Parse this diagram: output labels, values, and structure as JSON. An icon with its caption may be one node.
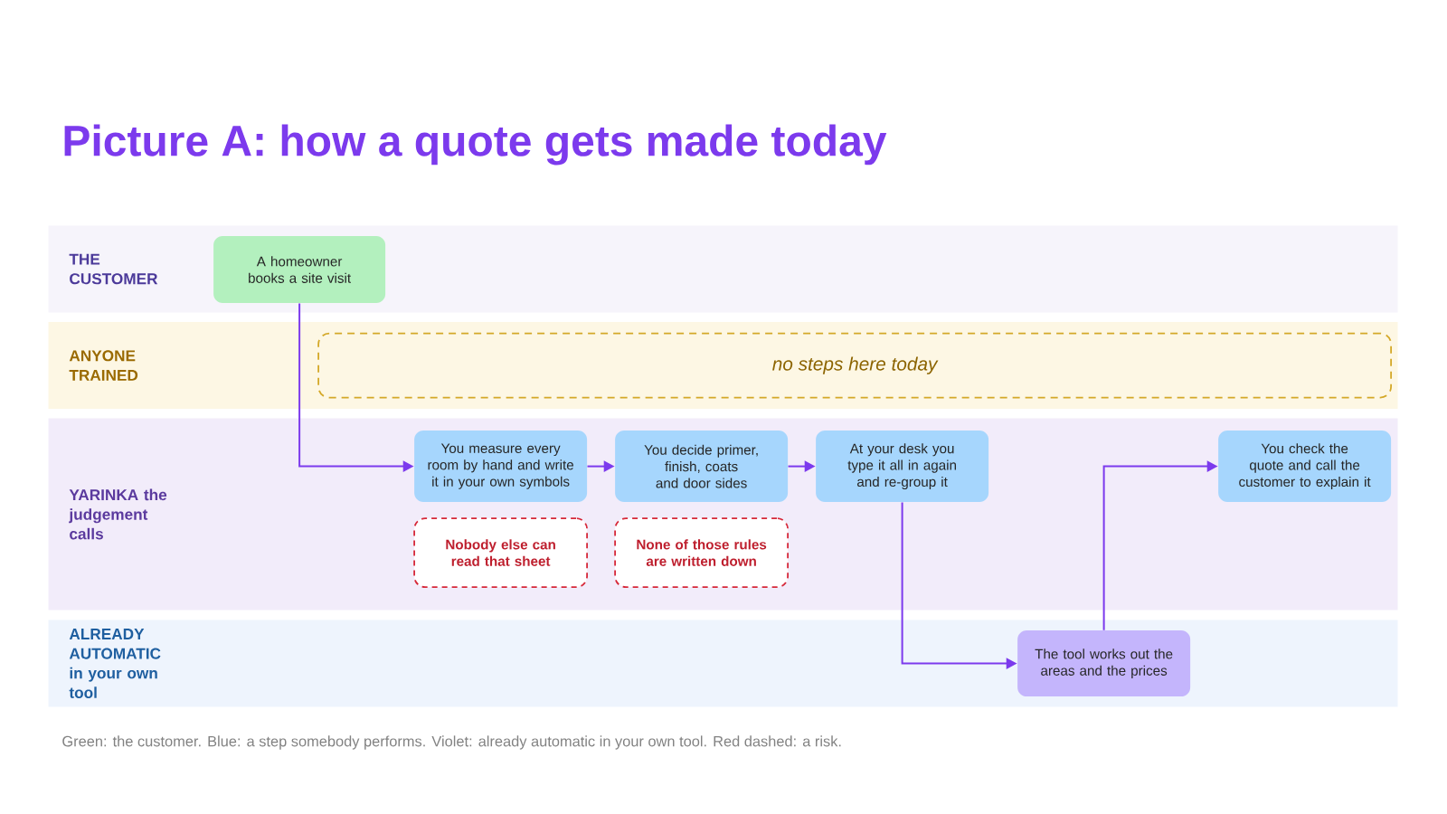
{
  "diagram": {
    "title": "Picture A: how a quote gets made today",
    "nodes": [
      {
        "text": [
          "THE CUSTOMER"
        ]
      },
      {
        "text": [
          "A homeowner books a site visit"
        ],
        "in": 0
      },
      {
        "text": [
          "ANYONE TRAINED"
        ]
      },
      {
        "text": [
          "no steps here today"
        ],
        "in": 2
      },
      {
        "text": [
          "YARINKA the judgement calls"
        ]
      },
      {
        "text": [
          "You measure every room by hand and write it in your own symbols"
        ],
        "in": 4
      },
      {
        "text": [
          "You decide primer, finish, coats and door sides"
        ],
        "in": 4
      },
      {
        "text": [
          "At your desk you type it all in again and re-group it"
        ],
        "in": 4
      },
      {
        "text": [
          "You check the quote and call the customer to explain it"
        ],
        "in": 4
      },
      {
        "text": [
          "Nobody else can read that sheet"
        ],
        "in": 4
      },
      {
        "text": [
          "None of those rules are written down"
        ],
        "in": 4
      },
      {
        "text": [
          "ALREADY AUTOMATIC in your own tool"
        ]
      },
      {
        "text": [
          "The tool works out the areas and the prices"
        ],
        "in": 11
      }
    ],
    "edges": [
      {
        "from": 1,
        "to": 5,
        "arrow": "to"
      },
      {
        "from": 5,
        "to": 6,
        "arrow": "to"
      },
      {
        "from": 6,
        "to": 7,
        "arrow": "to"
      },
      {
        "from": 7,
        "to": 12,
        "arrow": "to"
      },
      {
        "from": 12,
        "to": 8,
        "arrow": "to"
      }
    ],
    "caption": "Green: the customer.   Blue: a step somebody performs.   Violet: already automatic in your own tool.   Red dashed: a risk."
  }
}
